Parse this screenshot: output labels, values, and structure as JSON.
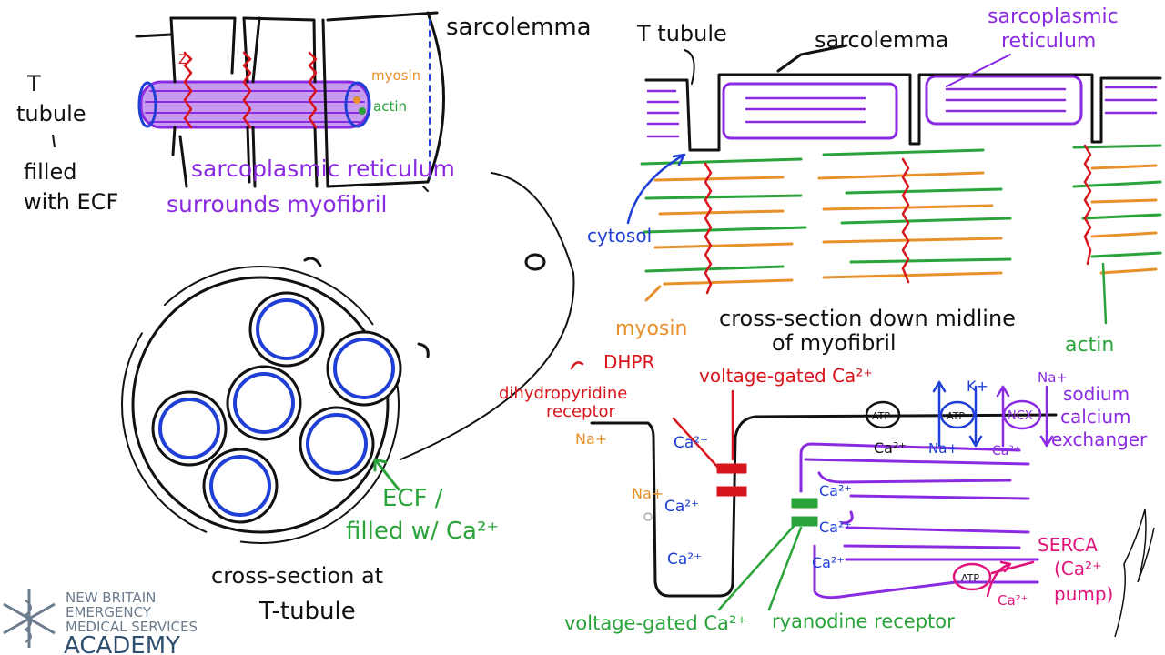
{
  "colors": {
    "ink": "#111111",
    "purple": "#8a2be2",
    "blue": "#1f3fd6",
    "green": "#2aa33a",
    "orange": "#e8902a",
    "red": "#d8141c",
    "magenta": "#e0147a",
    "logo": "#6b7b8c",
    "logo_dark": "#2f4f6f"
  },
  "labels": {
    "tl_t_tubule": "T",
    "tl_tubule": "tubule",
    "tl_filled": "filled",
    "tl_with_ecf": "with ECF",
    "sarcolemma_top": "sarcolemma",
    "myosin_small": "myosin",
    "actin_small": "actin",
    "sr_surrounds_1": "sarcoplasmic reticulum",
    "sr_surrounds_2": "surrounds myofibril",
    "t_tubule_right": "T tubule",
    "sarcolemma_right": "sarcolemma",
    "sr_right_1": "sarcoplasmic",
    "sr_right_2": "reticulum",
    "cytosol": "cytosol",
    "cross_mid_1": "cross-section down midline",
    "cross_mid_2": "of myofibril",
    "myosin_mid": "myosin",
    "actin_right": "actin",
    "ecf_1": "ECF /",
    "ecf_2": "filled w/ Ca²⁺",
    "cross_t_1": "cross-section at",
    "cross_t_2": "T-tubule",
    "dhpr": "DHPR",
    "dihydro_1": "dihydropyridine",
    "dihydro_2": "receptor",
    "na_left": "Na+",
    "na_mid": "Na+",
    "ca_1": "Ca²⁺",
    "ca_2": "Ca²⁺",
    "ca_3": "Ca²⁺",
    "vg_top": "voltage-gated Ca²⁺",
    "atp_1": "ATP",
    "ca_atp": "Ca²⁺",
    "atp_2": "ATP",
    "na_atp": "Na+",
    "k_plus": "K+",
    "ncx": "NCX",
    "na_ncx": "Na+",
    "ca_ncx": "Ca²⁺",
    "sodium": "sodium",
    "calcium": "calcium",
    "exchanger": "exchanger",
    "ca_r1": "Ca²⁺",
    "ca_r2": "Ca²⁺",
    "ca_r3": "Ca²⁺",
    "serca": "SERCA",
    "serca_2": "(Ca²⁺",
    "serca_3": "pump)",
    "atp_serca": "ATP",
    "ca_serca": "Ca²⁺",
    "vg_bottom": "voltage-gated Ca²⁺",
    "ryanodine": "ryanodine receptor",
    "z_label": "Z"
  },
  "logo": {
    "line1": "NEW BRITAIN",
    "line2": "EMERGENCY",
    "line3": "MEDICAL SERVICES",
    "line4": "ACADEMY"
  }
}
